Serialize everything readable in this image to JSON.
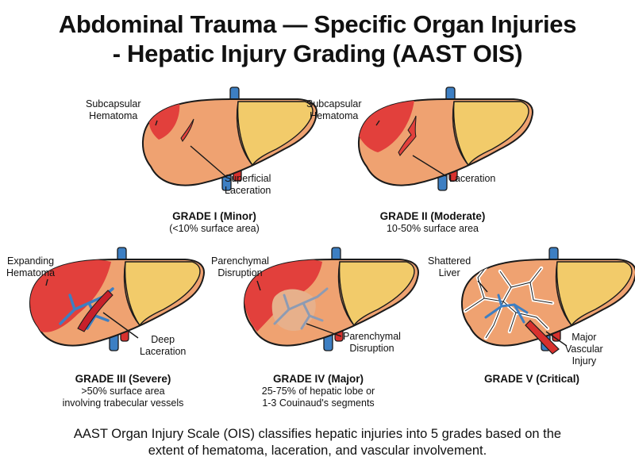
{
  "title": {
    "line1": "Abdominal Trauma — Specific Organ Injuries",
    "line2": "- Hepatic Injury Grading (AAST OIS)"
  },
  "grades": [
    {
      "title": "GRADE I (Minor)",
      "desc": [
        "(<10% surface area)"
      ],
      "labels": [
        [
          "Subcapsular",
          "Hematoma"
        ],
        [
          "Superficial",
          "Laceration"
        ]
      ]
    },
    {
      "title": "GRADE II (Moderate)",
      "desc": [
        "10-50% surface area"
      ],
      "labels": [
        [
          "Subcapsular",
          "Hematoma"
        ],
        [
          "Laceration"
        ]
      ]
    },
    {
      "title": "GRADE III (Severe)",
      "desc": [
        ">50% surface area",
        "involving trabecular vessels"
      ],
      "labels": [
        [
          "Expanding",
          "Hematoma"
        ],
        [
          "Deep",
          "Laceration"
        ]
      ]
    },
    {
      "title": "GRADE IV (Major)",
      "desc": [
        "25-75% of hepatic lobe or",
        "1-3 Couinaud's segments"
      ],
      "labels": [
        [
          "Parenchymal",
          "Disruption"
        ],
        [
          "Parenchymal",
          "Disruption"
        ]
      ]
    },
    {
      "title": "GRADE V (Critical)",
      "desc": [],
      "labels": [
        [
          "Shattered",
          "Liver"
        ],
        [
          "Major",
          "Vascular",
          "Injury"
        ]
      ]
    }
  ],
  "footer": {
    "line1": "AAST Organ Injury Scale (OIS) classifies hepatic injuries into 5 grades based on the",
    "line2": "extent of hematoma, laceration, and vascular involvement."
  },
  "colors": {
    "liver": "#EFA271",
    "gallbladder": "#F2CB6A",
    "hematoma": "#E2403C",
    "vein": "#3D7FC3",
    "artery": "#D8312E",
    "outline": "#1a1a1a"
  }
}
